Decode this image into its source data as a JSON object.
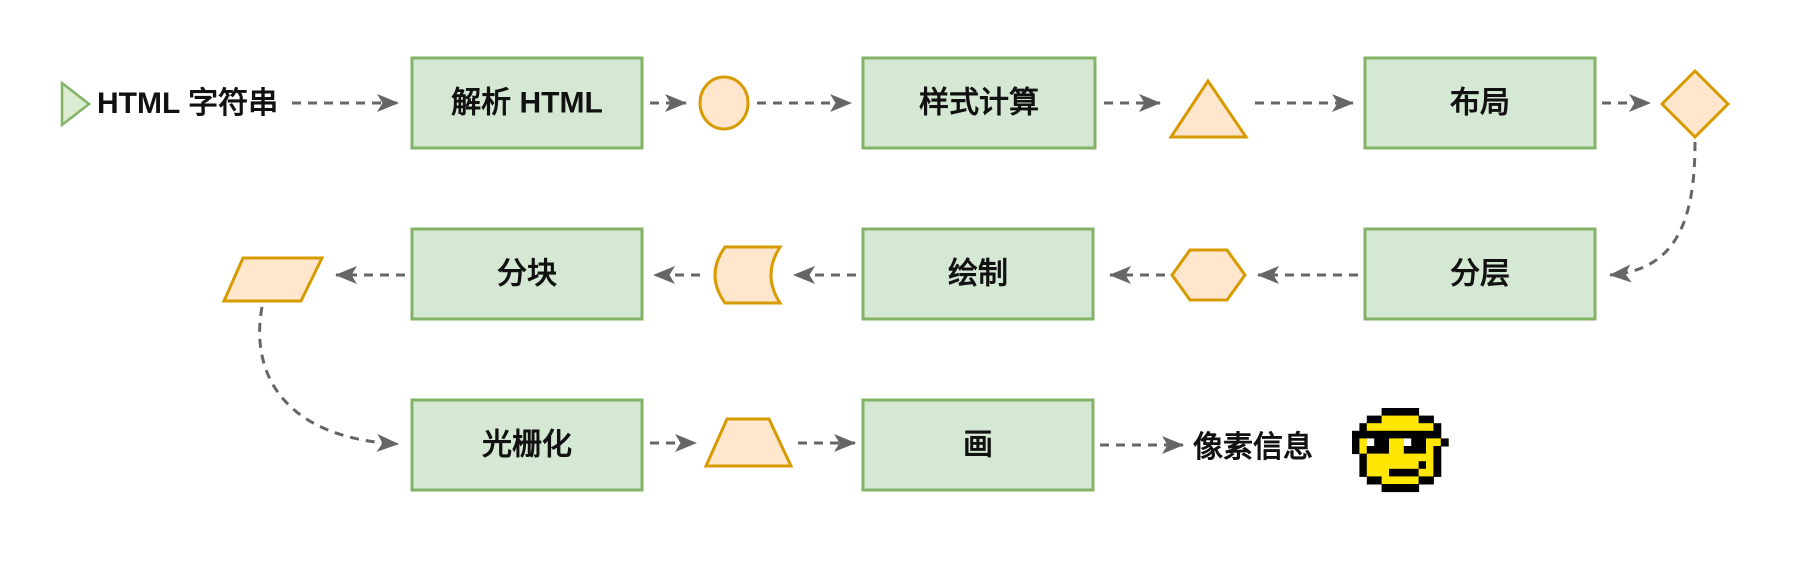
{
  "diagram": {
    "title_context": "browser-rendering-pipeline-flowchart",
    "nodes": {
      "start": "HTML 字符串",
      "parse": "解析 HTML",
      "style_calc": "样式计算",
      "layout": "布局",
      "layer": "分层",
      "paint": "绘制",
      "tile": "分块",
      "raster": "光栅化",
      "draw": "画",
      "output": "像素信息"
    },
    "connector_shapes": [
      "play-triangle",
      "circle",
      "triangle",
      "diamond",
      "hexagon",
      "stored-data",
      "parallelogram",
      "trapezoid"
    ],
    "colors": {
      "box_fill": "#d5e8d4",
      "box_stroke": "#82b366",
      "shape_fill": "#ffe6cc",
      "shape_stroke": "#d79b00",
      "edge": "#666666",
      "text": "#111111",
      "background": "#ffffff"
    }
  },
  "emoji": {
    "name": "cool-face-sunglasses-pixel-emoji",
    "palette": {
      "k": "#000000",
      "y": "#ffe603",
      "w": "#ffffff"
    },
    "rows": [
      "....kkkkk....",
      "..kkyyyyykk..",
      ".kyyyyyyyyyk.",
      "kkkkkkkkkkkk.",
      "kywkkyywkkyyk",
      "kykkkyykkkyk.",
      ".kyyyyyyyyyk.",
      ".kyyyyyyykyk.",
      ".kyyykkkkyyk.",
      "..kkyyyyykk..",
      "....kkkkk...."
    ]
  }
}
